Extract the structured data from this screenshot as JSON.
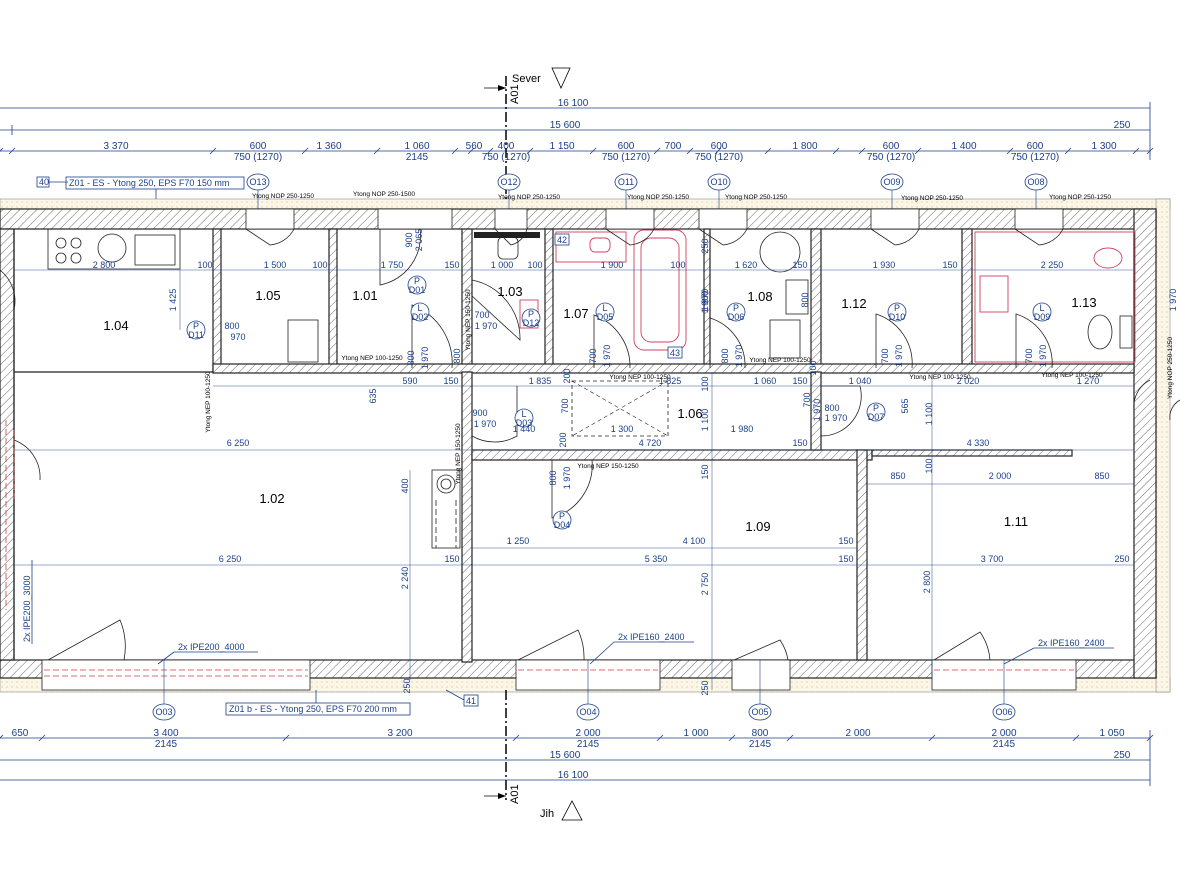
{
  "orientation": {
    "north": "Sever",
    "south": "Jih",
    "section_top": "A01",
    "section_bottom": "A01"
  },
  "dims_top": {
    "overall": "16 100",
    "row2": "15 600",
    "row2_end": "250",
    "row3": [
      {
        "t": "3 370"
      },
      {
        "t": "600"
      },
      {
        "t": "1 360"
      },
      {
        "t": "1 060"
      },
      {
        "t": "560"
      },
      {
        "t": "400"
      },
      {
        "t": "1 150"
      },
      {
        "t": "600"
      },
      {
        "t": "700"
      },
      {
        "t": "600"
      },
      {
        "t": "1 800"
      },
      {
        "t": "600"
      },
      {
        "t": "1 400"
      },
      {
        "t": "600"
      },
      {
        "t": "1 300"
      }
    ],
    "row3_sub": [
      "750 (1270)",
      "2145",
      "750 (1270)",
      "750 (1270)",
      "750 (1270)",
      "750 (1270)",
      "750 (1270)"
    ]
  },
  "dims_bottom": {
    "overall": "16 100",
    "row2": "15 600",
    "row2_end": "250",
    "row1": [
      {
        "t": "650"
      },
      {
        "t": "3 400"
      },
      {
        "t": "3 200"
      },
      {
        "t": "2 000"
      },
      {
        "t": "1 000"
      },
      {
        "t": "800"
      },
      {
        "t": "2 000"
      },
      {
        "t": "2 000"
      },
      {
        "t": "1 050"
      }
    ],
    "row1_sub": [
      "2145",
      "2145",
      "2145",
      "2145"
    ]
  },
  "rooms": [
    "1.01",
    "1.02",
    "1.03",
    "1.04",
    "1.05",
    "1.06",
    "1.07",
    "1.08",
    "1.09",
    "1.11",
    "1.12",
    "1.13"
  ],
  "windows": [
    "O13",
    "O12",
    "O11",
    "O10",
    "O09",
    "O08",
    "O03",
    "O04",
    "O05",
    "O06"
  ],
  "doors": [
    "D01",
    "D02",
    "D03",
    "D04",
    "D05",
    "D06",
    "D07",
    "D09",
    "D10",
    "D11",
    "D12"
  ],
  "tags": {
    "wall_top": "Z01 - ES - Ytong 250, EPS F70 150 mm",
    "wall_bottom": "Z01 b - ES - Ytong 250, EPS F70 200 mm",
    "num40": "40",
    "num41": "41",
    "num42": "42",
    "num43": "43",
    "beam1": "2x IPE200_4000",
    "beam2": "2x IPE160_2400",
    "beam3": "2x IPE160_2400",
    "beam4": "2x IPE200_3000"
  },
  "lintels": {
    "l1": "Ytong NOP 250-1250",
    "l2": "Ytong NOP 250-1500",
    "l3": "Ytong NOP 250-1250",
    "l4": "Ytong NOP 250-1250",
    "l5": "Ytong NOP 250-1250",
    "l6": "Ytong NOP 250-1250",
    "l7": "Ytong NOP 250-1250",
    "l8": "Ytong NOP 250-1250",
    "n1": "Ytong NEP 100-1250",
    "n2": "Ytong NEP 100-1250",
    "n3": "Ytong NEP 100-1250",
    "n4": "Ytong NEP 100-1250",
    "n5": "Ytong NEP 100-1250",
    "n6": "Ytong NEP 150-1250",
    "n7": "Ytong NEP 150-1250",
    "n8": "Ytong NEP 150-1250",
    "n9": "Ytong NEP 100-1250"
  },
  "inner_dims": {
    "a1": "2 800",
    "a2": "100",
    "a3": "1 500",
    "a4": "100",
    "a5": "1 750",
    "a6": "150",
    "a7": "1 000",
    "a8": "100",
    "a9": "1 900",
    "a10": "100",
    "a11": "1 620",
    "a12": "150",
    "a13": "1 930",
    "a14": "150",
    "a15": "2 250",
    "b1": "590",
    "b2": "150",
    "b3": "1 835",
    "b4": "1 825",
    "b5": "1 060",
    "b6": "150",
    "b7": "1 040",
    "b8": "2 020",
    "b9": "1 270",
    "c1": "6 250",
    "c2": "1 440",
    "c3": "1 300",
    "c4": "1 980",
    "c5": "150",
    "c6": "4 720",
    "c7": "4 330",
    "d1": "850",
    "d2": "2 000",
    "d3": "850",
    "e1": "1 250",
    "e2": "4 100",
    "e3": "150",
    "f1": "6 250",
    "f2": "150",
    "f3": "5 350",
    "f4": "150",
    "f5": "3 700",
    "f6": "250",
    "v1": "1 425",
    "v2": "2 065",
    "v3": "635",
    "v4": "400",
    "v5": "2 240",
    "v6": "250",
    "v7": "1 900",
    "v8": "700",
    "v9": "200",
    "v10": "200",
    "v11": "1 100",
    "v12": "150",
    "v13": "2 750",
    "v14": "2 800",
    "v15": "565",
    "v16": "1 100",
    "v17": "250",
    "v18": "250",
    "v19": "100",
    "v20": "100",
    "v21": "100",
    "o1": "800",
    "o2": "970",
    "o3": "900",
    "o4": "700",
    "o5": "1 970",
    "o6": "900",
    "o7": "1 970",
    "o8": "800",
    "o9": "1 970",
    "o10": "700",
    "o11": "1 970",
    "o12": "800",
    "o13": "1 970",
    "o14": "800",
    "o15": "1 970",
    "o16": "700",
    "o17": "1 970",
    "o18": "800",
    "o19": "1 970",
    "o20": "700",
    "o21": "1 970",
    "o22": "800",
    "o23": "1 970",
    "o24": "700",
    "o25": "1 970",
    "o26": "800",
    "o27": "1 970"
  },
  "door_letters": [
    "P",
    "L",
    "L",
    "P",
    "L",
    "P",
    "P",
    "L",
    "P",
    "P",
    "P",
    "L"
  ]
}
